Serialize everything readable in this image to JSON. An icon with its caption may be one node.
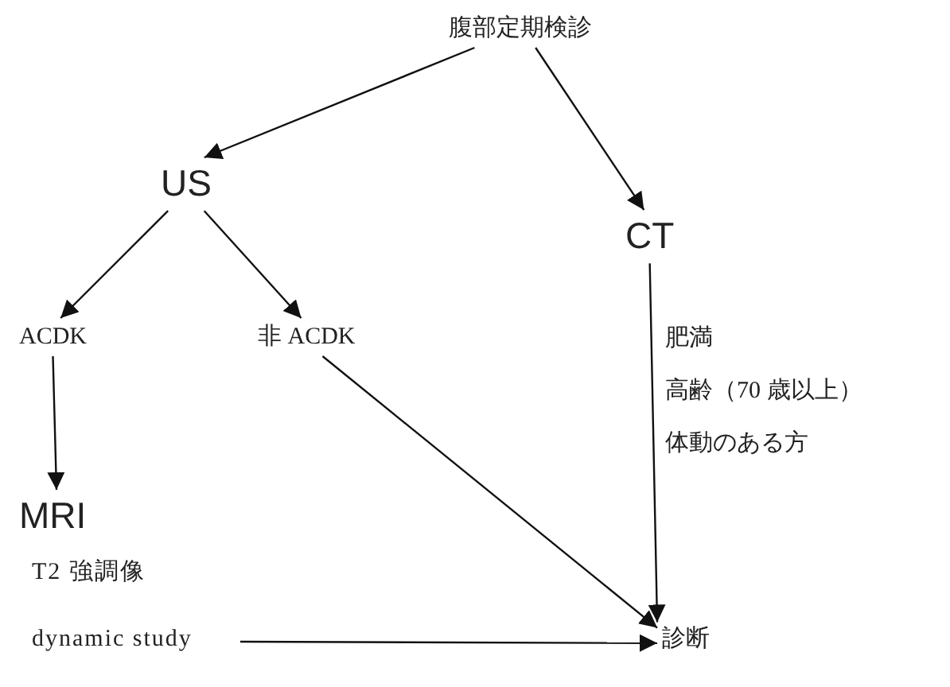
{
  "diagram": {
    "nodes": [
      {
        "text": [
          "腹部定期検診"
        ]
      },
      {
        "text": [
          "US"
        ]
      },
      {
        "text": [
          "CT"
        ]
      },
      {
        "text": [
          "ACDK"
        ]
      },
      {
        "text": [
          "非 ACDK"
        ]
      },
      {
        "text": [
          "MRI"
        ]
      },
      {
        "text": [
          "T2 強調像 dynamic study"
        ]
      },
      {
        "text": [
          "診断"
        ]
      }
    ],
    "edges": [
      {
        "from": 0,
        "to": 1,
        "arrow": "to"
      },
      {
        "from": 0,
        "to": 2,
        "arrow": "to"
      },
      {
        "from": 1,
        "to": 3,
        "arrow": "to"
      },
      {
        "from": 1,
        "to": 4,
        "arrow": "to"
      },
      {
        "from": 3,
        "to": 5,
        "arrow": "to"
      },
      {
        "from": 4,
        "to": 7,
        "arrow": "to"
      },
      {
        "from": 2,
        "to": 7,
        "arrow": "to"
      },
      {
        "from": 6,
        "to": 7,
        "arrow": "to"
      }
    ],
    "labels": [
      "肥満",
      "高齢（70 歳以上）",
      "体動のある方"
    ]
  }
}
